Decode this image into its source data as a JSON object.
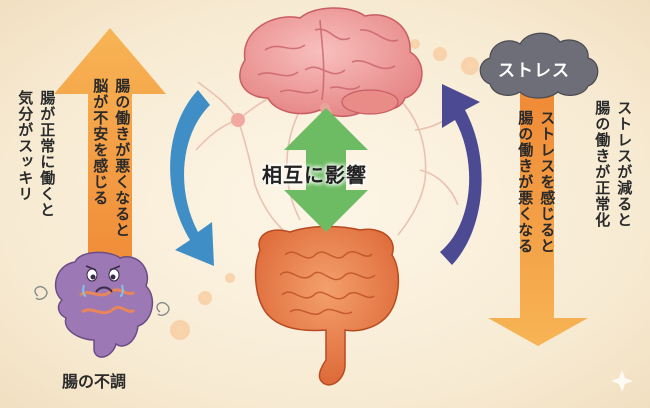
{
  "center_label": "相互に影響",
  "stress_label": "ストレス",
  "gut_trouble_label": "腸の不調",
  "left_texts": {
    "outer": [
      "腸が正常に働くと",
      "気分がスッキリ"
    ],
    "inner": [
      "腸の働きが悪くなると",
      "脳が不安を感じる"
    ]
  },
  "right_texts": {
    "inner": [
      "ストレスを感じると",
      "腸の働きが悪くなる"
    ],
    "outer": [
      "ストレスが減ると",
      "腸の働きが正常化"
    ]
  },
  "colors": {
    "orange_arrow": "#f5a24a",
    "green_arrow": "#6dbb63",
    "blue_arrow": "#3f8fc6",
    "purple_arrow": "#4b4a93",
    "brain": "#f19a9a",
    "intestine": "#e77a45",
    "stress_cloud": "#6e6e78",
    "gut_character": "#9c79b4"
  },
  "icons": [
    "brain-icon",
    "intestine-icon",
    "stress-cloud-icon",
    "sad-gut-character-icon",
    "neuron-icon"
  ]
}
